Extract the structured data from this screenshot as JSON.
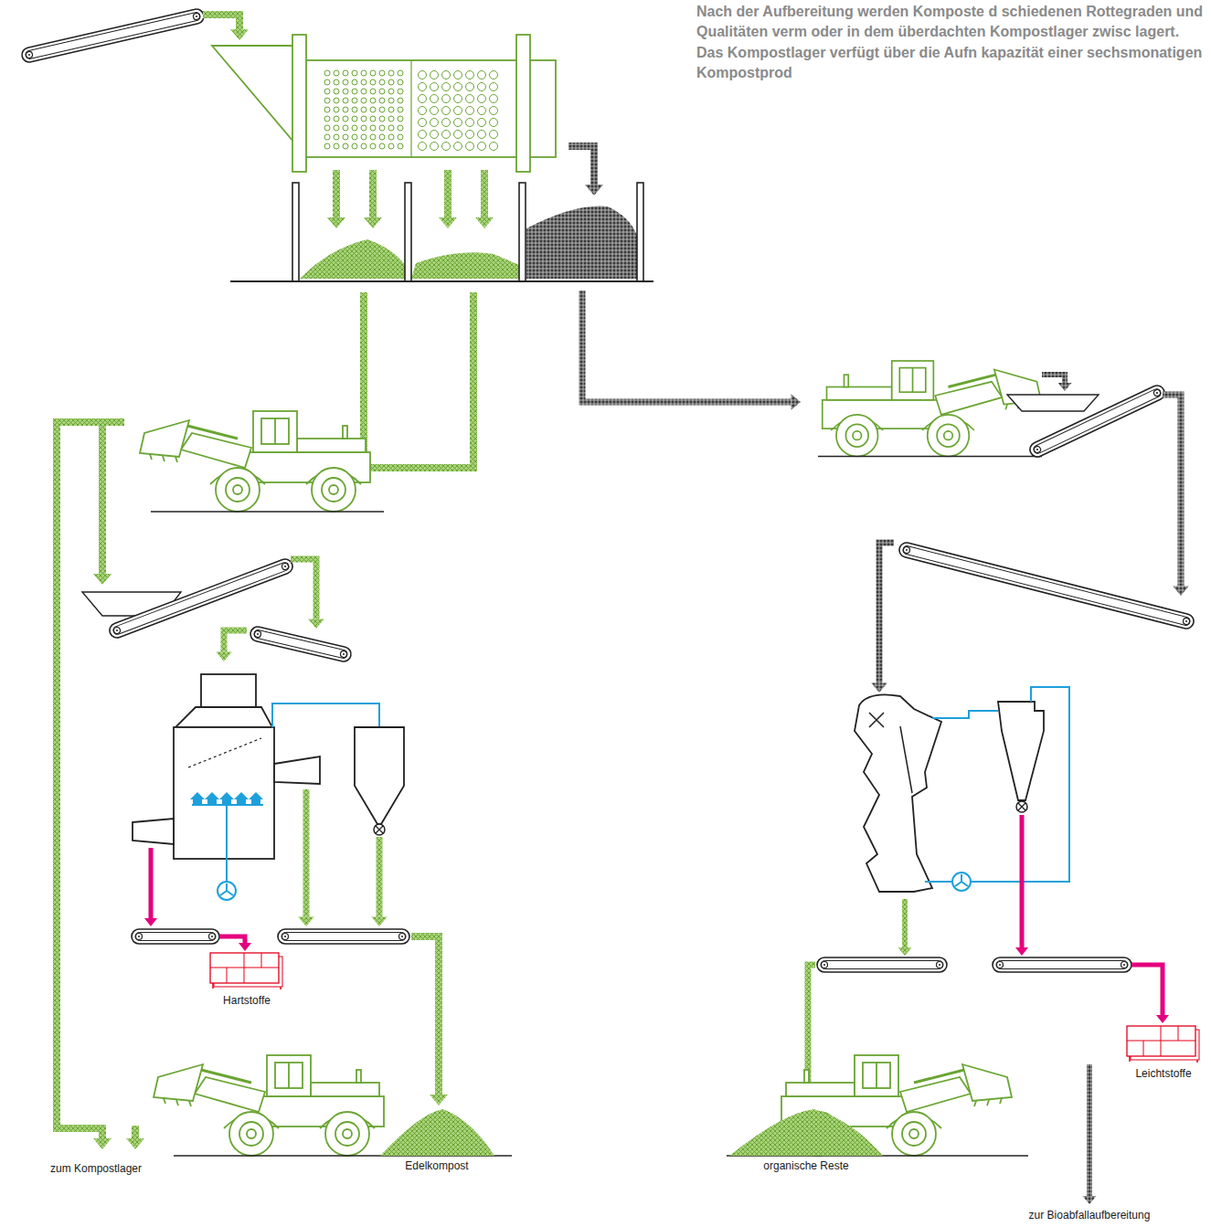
{
  "diagram": {
    "nodes": [
      {
        "text": [
          "Hartstoffe"
        ]
      },
      {
        "text": [
          "Leichtstoffe"
        ]
      },
      {
        "text": [
          "Edelkompost"
        ]
      },
      {
        "text": [
          "organische Reste"
        ]
      }
    ],
    "labels": [
      "Nach der Aufbereitung werden Komposte d schiedenen Rottegraden und Qualitäten verm oder in dem überdachten Kompostlager zwisc lagert. Das Kompostlager verfügt über die Aufn kapazität einer sechsmonatigen Kompostprod",
      "zum Kompostlager",
      "zur Bioabfallaufbereitung"
    ]
  }
}
